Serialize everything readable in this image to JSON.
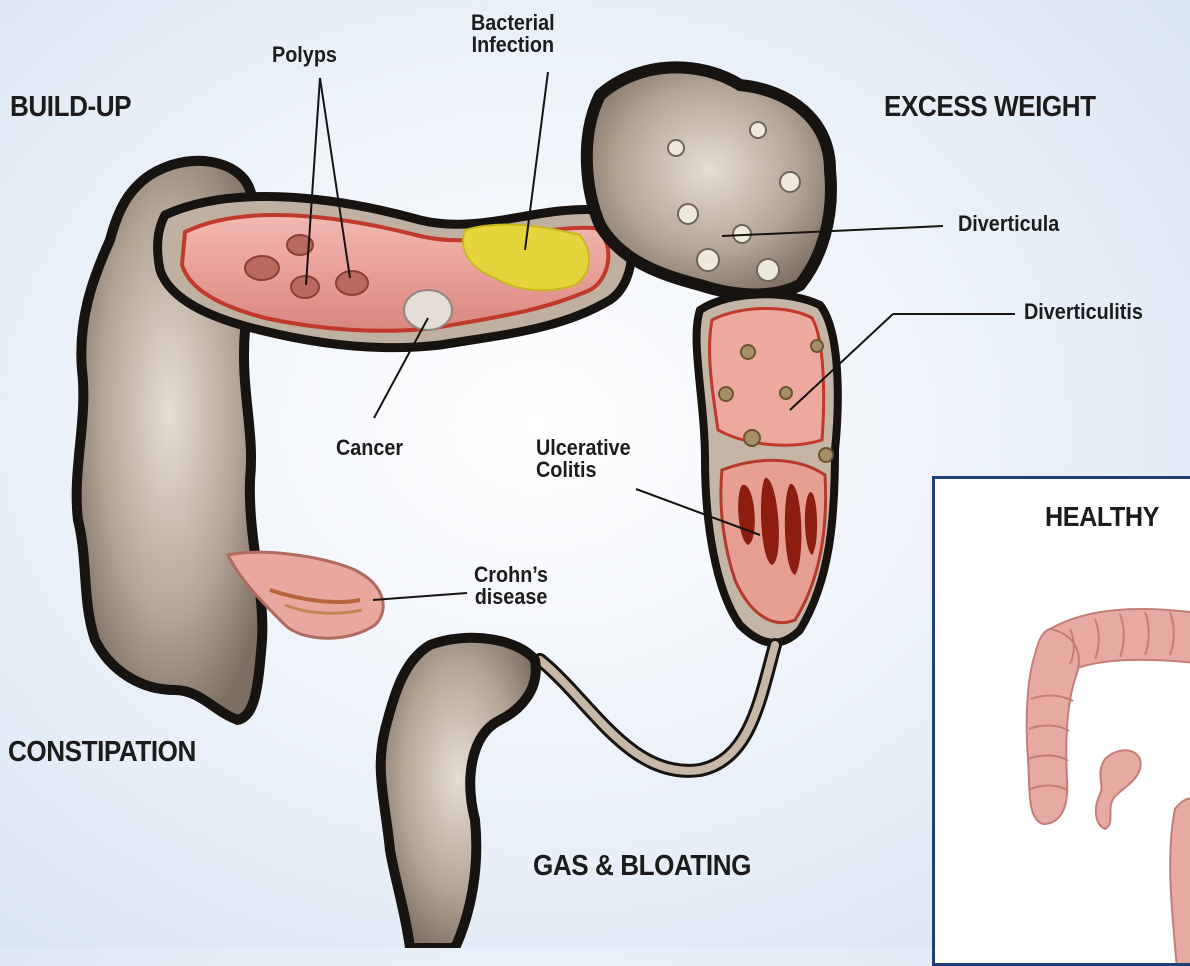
{
  "labels": {
    "build_up": "BUILD-UP",
    "excess_weight": "EXCESS WEIGHT",
    "constipation": "CONSTIPATION",
    "gas_bloating": "GAS & BLOATING",
    "polyps": "Polyps",
    "bacterial_infection": [
      "Bacterial",
      "Infection"
    ],
    "cancer": "Cancer",
    "diverticula": "Diverticula",
    "diverticulitis": "Diverticulitis",
    "ulcerative_colitis": [
      "Ulcerative",
      "Colitis"
    ],
    "crohns_disease": [
      "Crohn’s",
      "disease"
    ],
    "healthy": "HEALTHY"
  },
  "colors": {
    "colon_wall": "#a99a8a",
    "colon_outline": "#161310",
    "inflamed_tissue": "#e9a8a4",
    "mucosa_red": "#c0392b",
    "infection_yellow": "#e5d43b",
    "healthy_colon": "#e7aaa3",
    "healthy_border": "#1f3f78"
  }
}
